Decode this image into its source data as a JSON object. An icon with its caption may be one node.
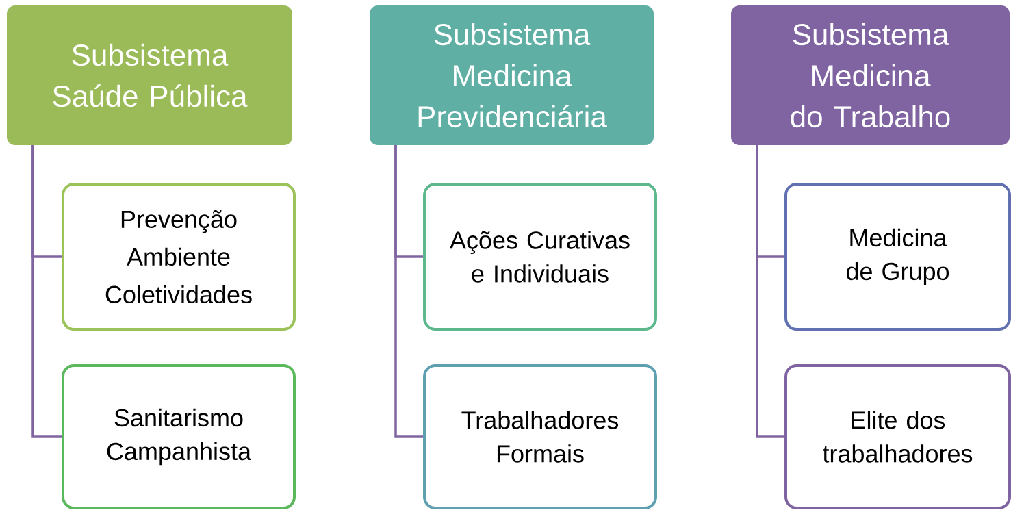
{
  "diagram": {
    "nodes": [
      {
        "text": [
          "Subsistema Saúde Pública"
        ]
      },
      {
        "text": [
          "Prevenção",
          "Ambiente",
          "Coletividades"
        ]
      },
      {
        "text": [
          "Sanitarismo Campanhista"
        ]
      },
      {
        "text": [
          "Subsistema Medicina Previdenciária"
        ]
      },
      {
        "text": [
          "Ações Curativas e Individuais"
        ]
      },
      {
        "text": [
          "Trabalhadores Formais"
        ]
      },
      {
        "text": [
          "Subsistema Medicina do Trabalho"
        ]
      },
      {
        "text": [
          "Medicina de Grupo"
        ]
      },
      {
        "text": [
          "Elite dos trabalhadores"
        ]
      }
    ],
    "edges": [
      {
        "from": 0,
        "to": 1,
        "arrow": "none"
      },
      {
        "from": 0,
        "to": 2,
        "arrow": "none"
      },
      {
        "from": 3,
        "to": 4,
        "arrow": "none"
      },
      {
        "from": 3,
        "to": 5,
        "arrow": "none"
      },
      {
        "from": 6,
        "to": 7,
        "arrow": "none"
      },
      {
        "from": 6,
        "to": 8,
        "arrow": "none"
      }
    ]
  }
}
